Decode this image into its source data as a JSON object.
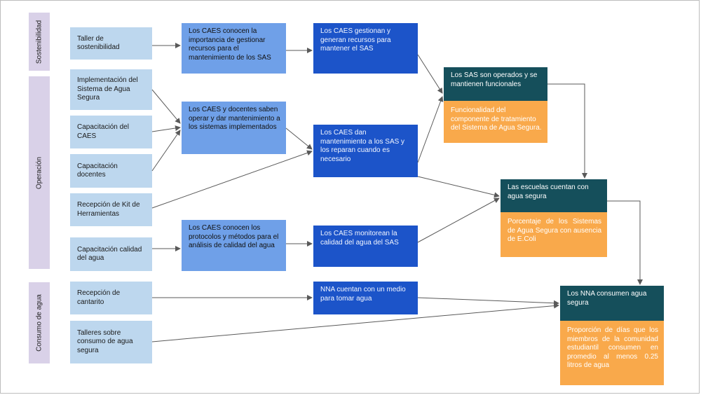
{
  "bands": {
    "sostenibilidad": "Sostenibilidad",
    "operacion": "Operación",
    "consumo": "Consumo de agua"
  },
  "inputs": {
    "taller_sostenibilidad": "Taller de sostenibilidad",
    "implementacion_sas": "Implementación del Sistema de Agua Segura",
    "capacitacion_caes": "Capacitación del CAES",
    "capacitacion_docentes": "Capacitación docentes",
    "kit_herramientas": "Recepción de Kit de Herramientas",
    "capacitacion_calidad": "Capacitación calidad del agua",
    "recepcion_cantarito": "Recepción de cantarito",
    "talleres_consumo": "Talleres sobre consumo de agua segura"
  },
  "outputs": {
    "conocen_importancia": "Los CAES conocen la importancia de gestionar recursos para el mantenimiento de los SAS",
    "saben_operar": "Los CAES y docentes saben operar y dar mantenimiento a los sistemas implementados",
    "conocen_protocolos": "Los CAES conocen los protocolos y métodos para el análisis de calidad del agua"
  },
  "results": {
    "gestionan_recursos": "Los CAES gestionan y generan recursos para mantener el SAS",
    "dan_mantenimiento": "Los CAES dan mantenimiento a los SAS y los reparan cuando es necesario",
    "monitorean_calidad": "Los CAES monitorean la calidad del agua del SAS",
    "medio_tomar_agua": "NNA cuentan con un medio para tomar agua"
  },
  "outcomes": {
    "sas_operados": "Los  SAS son operados  y se mantienen funcionales",
    "sas_operados_indicador": "Funcionalidad del componente de tratamiento del Sistema de Agua Segura.",
    "escuelas_agua": "Las escuelas cuentan con agua segura",
    "escuelas_agua_indicador": "Porcentaje de los Sistemas de Agua Segura con ausencia de E.Coli",
    "nna_consumen": "Los NNA consumen agua segura",
    "nna_consumen_indicador": "Proporción de días que los miembros de la comunidad estudiantil consumen en promedio al menos 0.25 litros de agua"
  },
  "colors": {
    "band": "#d9d1e8",
    "input": "#bdd7ee",
    "output": "#6fa0e8",
    "result": "#1c54c9",
    "outcome": "#154f5b",
    "indicator": "#f9a94b",
    "arrow": "#595959"
  }
}
